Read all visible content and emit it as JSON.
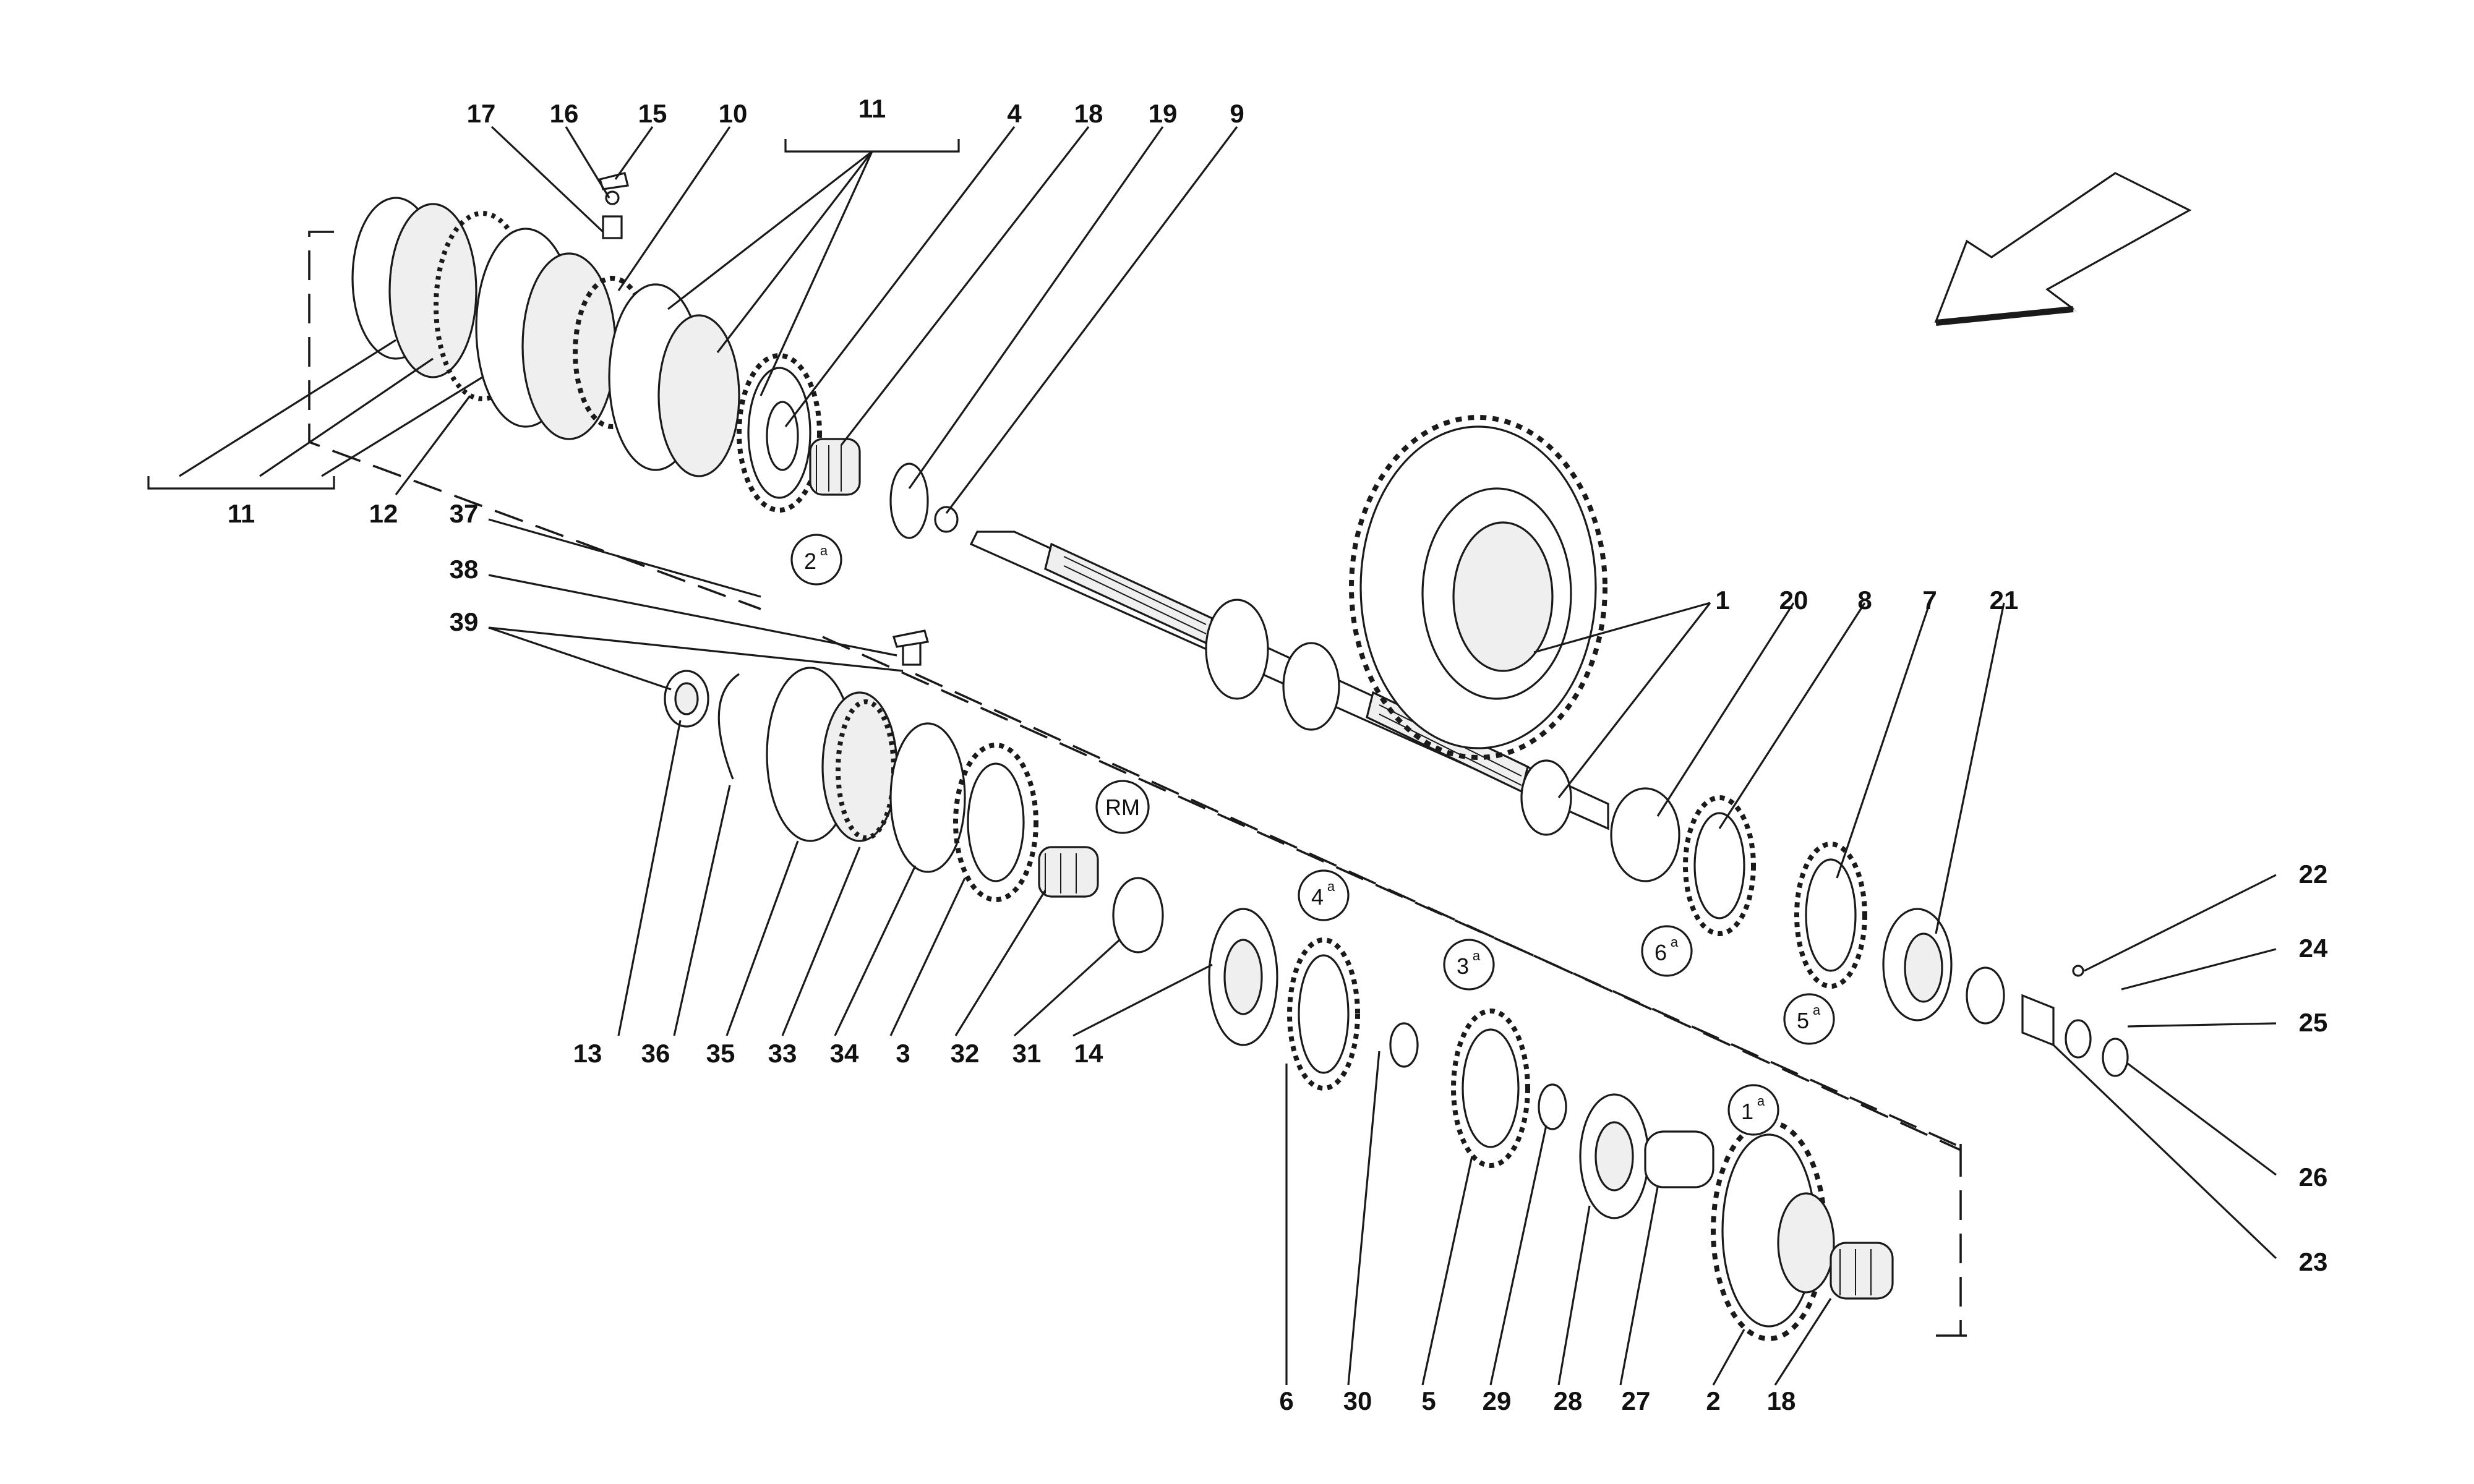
{
  "diagram": {
    "part_numbers": [
      "1",
      "2",
      "3",
      "4",
      "5",
      "6",
      "7",
      "8",
      "9",
      "10",
      "11",
      "12",
      "13",
      "14",
      "15",
      "16",
      "17",
      "18",
      "19",
      "20",
      "21",
      "22",
      "23",
      "24",
      "25",
      "26",
      "27",
      "28",
      "29",
      "30",
      "31",
      "32",
      "33",
      "34",
      "35",
      "36",
      "37",
      "38",
      "39"
    ],
    "label_11": "11",
    "label_18": "18",
    "gear_markers": [
      {
        "id": "g2",
        "base": "2",
        "sup": "a"
      },
      {
        "id": "g4",
        "base": "4",
        "sup": "a"
      },
      {
        "id": "g3",
        "base": "3",
        "sup": "a"
      },
      {
        "id": "g6",
        "base": "6",
        "sup": "a"
      },
      {
        "id": "g5",
        "base": "5",
        "sup": "a"
      },
      {
        "id": "g1",
        "base": "1",
        "sup": "a"
      },
      {
        "id": "rm",
        "base": "RM",
        "sup": ""
      }
    ]
  }
}
